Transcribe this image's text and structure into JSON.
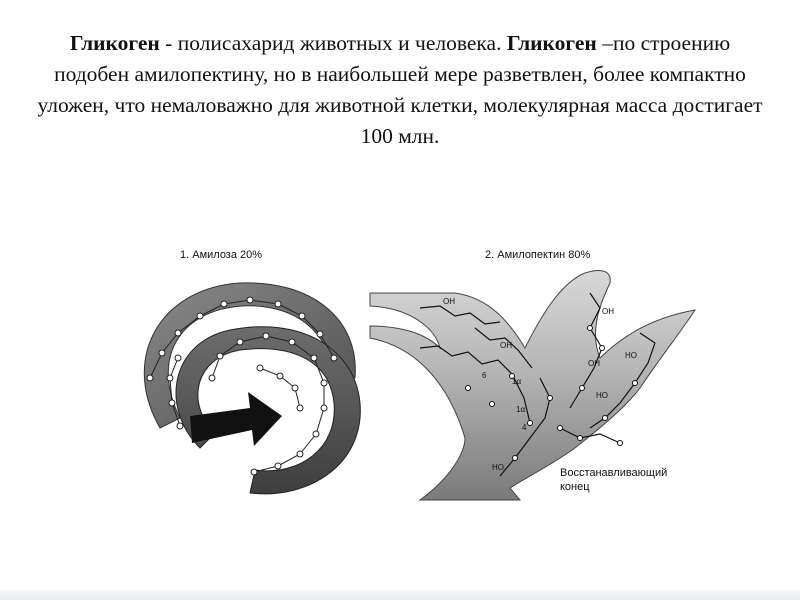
{
  "paragraph": {
    "term1": "Гликоген",
    "part1": " - полисахарид животных и человека. ",
    "term2": "Гликоген",
    "part2": " –по строению подобен амилопектину, но в наибольшей мере разветвлен, более компактно уложен, что немаловажно для животной клетки, молекулярная масса достигает 100 млн."
  },
  "figure": {
    "amylose_label": "1. Амилоза 20%",
    "amylopectin_label": "2. Амилопектин 80%",
    "reducing_end_line1": "Восстанавливающий",
    "reducing_end_line2": "конец",
    "chem_labels": {
      "oh1": "OH",
      "oh2": "OH",
      "oh3": "OH",
      "oh4": "OH",
      "ho1": "HO",
      "ho2": "HO",
      "ho3": "HO",
      "six": "6",
      "alpha1": "1α",
      "alpha2": "1α",
      "four": "4"
    }
  },
  "colors": {
    "dark_band": "#5a5a5a",
    "light_band": "#9a9a9a",
    "arrow": "#111111",
    "node_fill": "#ffffff"
  }
}
